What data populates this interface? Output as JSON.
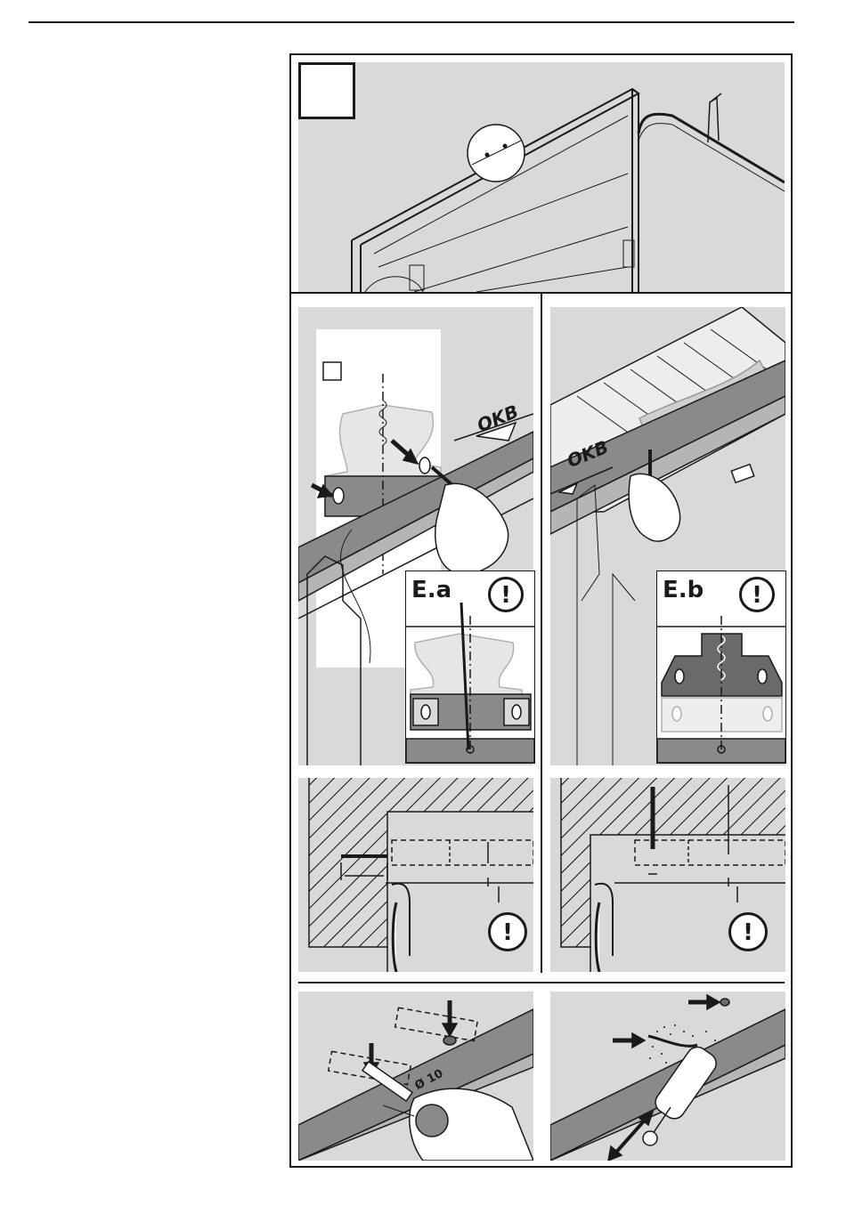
{
  "labels": {
    "inset_a_title": "E.a",
    "inset_b_title": "E.b",
    "okb_left": "OKB",
    "okb_right": "OKB",
    "drill_size": "Ø 10",
    "warning_glyph": "!"
  },
  "colors": {
    "panel_bg": "#d9d9d9",
    "line": "#1a1a1a",
    "dark_fill": "#555555",
    "paper": "#ffffff"
  }
}
